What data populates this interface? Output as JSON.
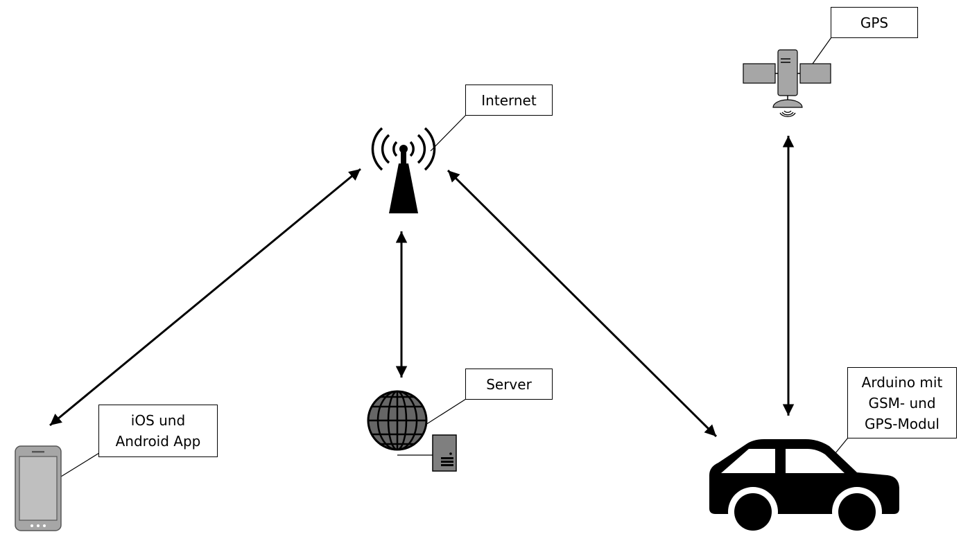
{
  "nodes": {
    "internet": {
      "label": "Internet",
      "icon": "cell-tower-icon"
    },
    "gps": {
      "label": "GPS",
      "icon": "satellite-icon"
    },
    "server": {
      "label": "Server",
      "icon": "globe-server-icon"
    },
    "app": {
      "label": "iOS und\nAndroid App",
      "icon": "smartphone-icon"
    },
    "car": {
      "label": "Arduino mit\nGSM- und\nGPS-Modul",
      "icon": "car-icon"
    }
  },
  "connections": [
    {
      "from": "app",
      "to": "internet",
      "direction": "bidirectional"
    },
    {
      "from": "internet",
      "to": "server",
      "direction": "bidirectional"
    },
    {
      "from": "internet",
      "to": "car",
      "direction": "bidirectional"
    },
    {
      "from": "gps",
      "to": "car",
      "direction": "bidirectional"
    }
  ],
  "colors": {
    "line": "#000000",
    "icon_gray": "#a6a6a6",
    "icon_dark_gray": "#666666",
    "icon_black": "#000000"
  }
}
